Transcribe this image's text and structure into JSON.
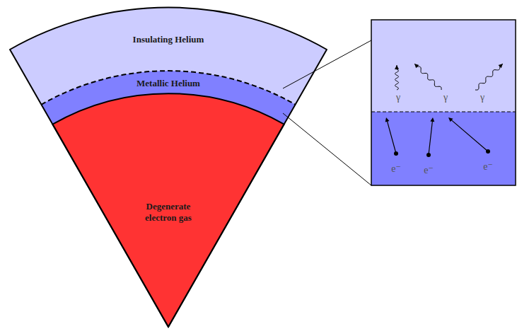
{
  "diagram": {
    "nodes": [
      {
        "text": [
          "Insulating Helium"
        ]
      },
      {
        "text": [
          "Metallic Helium"
        ]
      },
      {
        "text": [
          "Degenerate electron gas"
        ]
      }
    ],
    "labels": [
      "γ",
      "γ",
      "γ",
      "e⁻",
      "e⁻",
      "e⁻"
    ]
  }
}
